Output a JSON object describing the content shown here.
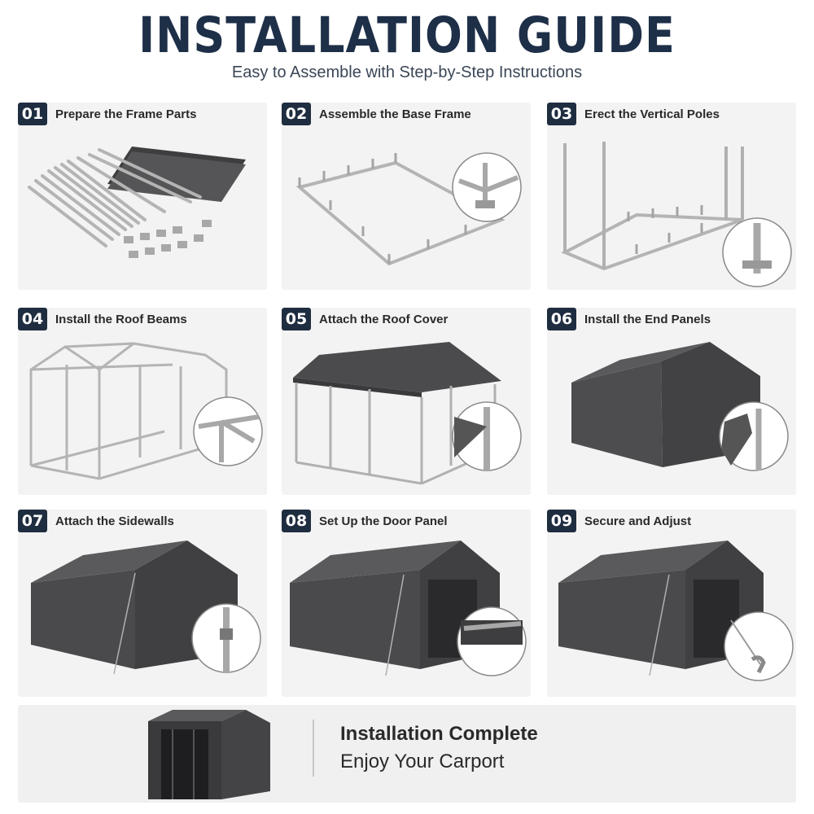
{
  "header": {
    "title": "INSTALLATION GUIDE",
    "subtitle": "Easy to Assemble with Step-by-Step Instructions"
  },
  "steps": [
    {
      "number": "01",
      "label": "Prepare the Frame Parts"
    },
    {
      "number": "02",
      "label": "Assemble the Base Frame"
    },
    {
      "number": "03",
      "label": "Erect the Vertical Poles"
    },
    {
      "number": "04",
      "label": "Install the Roof Beams"
    },
    {
      "number": "05",
      "label": "Attach the Roof Cover"
    },
    {
      "number": "06",
      "label": "Install the End Panels"
    },
    {
      "number": "07",
      "label": "Attach the Sidewalls"
    },
    {
      "number": "08",
      "label": "Set Up the Door Panel"
    },
    {
      "number": "09",
      "label": "Secure and Adjust"
    }
  ],
  "footer": {
    "title": "Installation Complete",
    "subtitle": "Enjoy Your Carport"
  },
  "colors": {
    "badge": "#1f2d40",
    "title": "#1e2f48",
    "cover": "#4a4a4c",
    "frame": "#b8b8b8"
  }
}
